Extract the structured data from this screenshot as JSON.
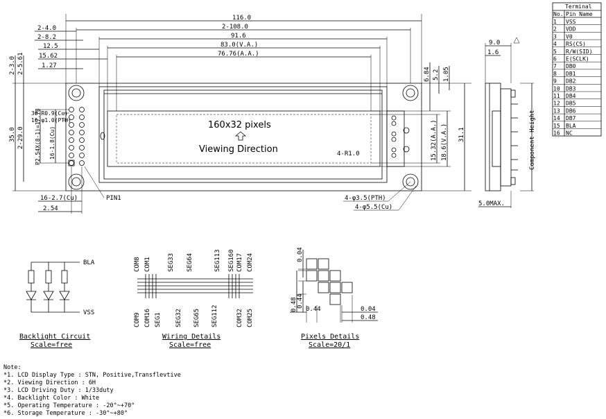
{
  "dims_top": {
    "d116": "116.0",
    "d2_108": "2-108.0",
    "d91_6": "91.6",
    "d83": "83.0(V.A.)",
    "d76_76": "76.76(A.A.)",
    "d2_4": "2-4.0",
    "d2_8_2": "2-8.2",
    "d12_5": "12.5",
    "d15_62": "15.62",
    "d1_27": "1.27"
  },
  "dims_left": {
    "d2_3": "2-3.0",
    "d2_5_61": "2-5.61",
    "d2_29": "2-29.0",
    "d35": "35.0",
    "pitch": "P2.54X(8-1)=17.78",
    "cu_holes": "16-1.8(Cu)",
    "r09": "30-R0.9(Cu)",
    "pth": "16-φ1.0(PTH)",
    "cu27": "16-2.7(Cu)",
    "d2_54": "2.54",
    "pin1": "PIN1"
  },
  "dims_right": {
    "d6_84": "6.84",
    "d5_2": "5.2",
    "d1_05": "1.05",
    "d15_32": "15.32(A.A.)",
    "d18_6": "18.6(V.A.)",
    "d31_1": "31.1",
    "r1": "4-R1.0",
    "pth35": "4-φ3.5(PTH)",
    "cu55": "4-φ5.5(Cu)"
  },
  "screen": {
    "resolution": "160x32 pixels",
    "direction": "Viewing Direction"
  },
  "side_view": {
    "d9": "9.0",
    "d1_6": "1.6",
    "d5max": "5.0MAX.",
    "height_label": "Component Height"
  },
  "terminal": {
    "title": "Terminal",
    "col_no": "No.",
    "col_name": "Pin Name",
    "rows": [
      [
        "1",
        "VSS"
      ],
      [
        "2",
        "VDD"
      ],
      [
        "3",
        "V0"
      ],
      [
        "4",
        "RS(CS)"
      ],
      [
        "5",
        "R/W(SID)"
      ],
      [
        "6",
        "E(SCLK)"
      ],
      [
        "7",
        "DB0"
      ],
      [
        "8",
        "DB1"
      ],
      [
        "9",
        "DB2"
      ],
      [
        "10",
        "DB3"
      ],
      [
        "11",
        "DB4"
      ],
      [
        "12",
        "DB5"
      ],
      [
        "13",
        "DB6"
      ],
      [
        "14",
        "DB7"
      ],
      [
        "15",
        "BLA"
      ],
      [
        "16",
        "NC"
      ]
    ]
  },
  "backlight": {
    "bla": "BLA",
    "vss": "VSS",
    "caption": "Backlight Circuit",
    "scale": "Scale=free"
  },
  "wiring": {
    "top_labels": [
      "COM8",
      "COM1",
      "SEG33",
      "SEG64",
      "SEG113",
      "SEG160",
      "COM17",
      "COM24"
    ],
    "bottom_labels": [
      "COM9",
      "COM16",
      "SEG1",
      "SEG32",
      "SEG65",
      "SEG112",
      "COM32",
      "COM25"
    ],
    "caption": "Wiring Details",
    "scale": "Scale=free"
  },
  "pixels": {
    "d004a": "0.04",
    "d048a": "0.48",
    "d044a": "0.44",
    "d044b": "0.44",
    "d004b": "0.04",
    "d048b": "0.48",
    "caption": "Pixels Details",
    "scale": "Scale=20/1"
  },
  "notes": {
    "title": "Note:",
    "lines": [
      "*1. LCD Display Type : STN, Positive,Transflevtive",
      "*2. Viewing Direction : 6H",
      "*3. LCD Driving Duty : 1/33duty",
      "*4. Backlight Color : White",
      "*5. Operating Temperature : -20°~+70°",
      "*6. Storage Temperature : -30°~+80°"
    ]
  }
}
